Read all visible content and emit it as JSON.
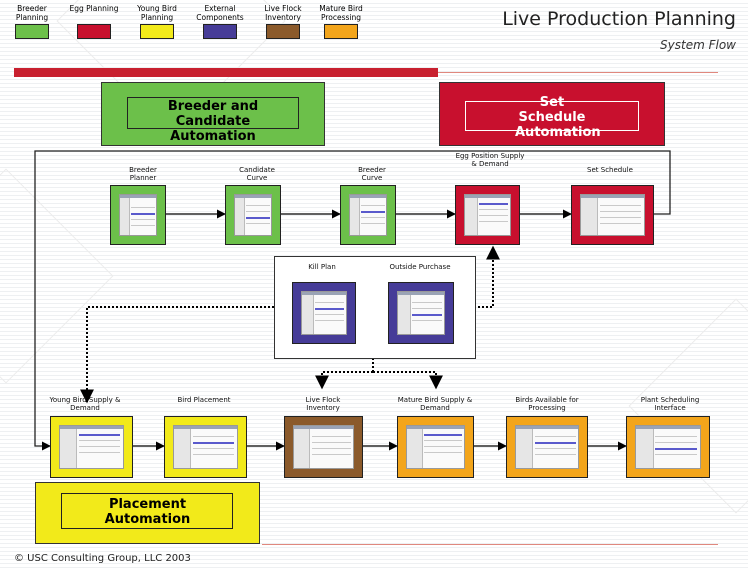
{
  "title": "Live Production Planning",
  "subtitle": "System Flow",
  "legend": [
    {
      "label": "Breeder Planning",
      "color": "#6cc04a"
    },
    {
      "label": "Egg Planning",
      "color": "#c8102e"
    },
    {
      "label": "Young Bird Planning",
      "color": "#f2ea1a"
    },
    {
      "label": "External Components",
      "color": "#463c98"
    },
    {
      "label": "Live Flock Inventory",
      "color": "#8b5a2b"
    },
    {
      "label": "Mature Bird Processing",
      "color": "#f3a51b"
    }
  ],
  "automation": {
    "breeder": "Breeder and Candidate Automation",
    "schedule": "Set Schedule Automation",
    "placement": "Placement Automation"
  },
  "nodes": {
    "breeder_planner": "Breeder Planner",
    "candidate_curve": "Candidate Curve",
    "breeder_curve": "Breeder Curve",
    "egg_position": "Egg Position Supply & Demand",
    "set_schedule": "Set Schedule",
    "kill_plan": "Kill Plan",
    "outside_purchase": "Outside Purchase",
    "young_bird": "Young Bird Supply & Demand",
    "bird_placement": "Bird Placement",
    "live_flock": "Live Flock Inventory",
    "mature_bird": "Mature Bird Supply & Demand",
    "birds_available": "Birds Available for Processing",
    "plant_scheduling": "Plant Scheduling Interface"
  },
  "copyright": "© USC Consulting Group, LLC 2003"
}
